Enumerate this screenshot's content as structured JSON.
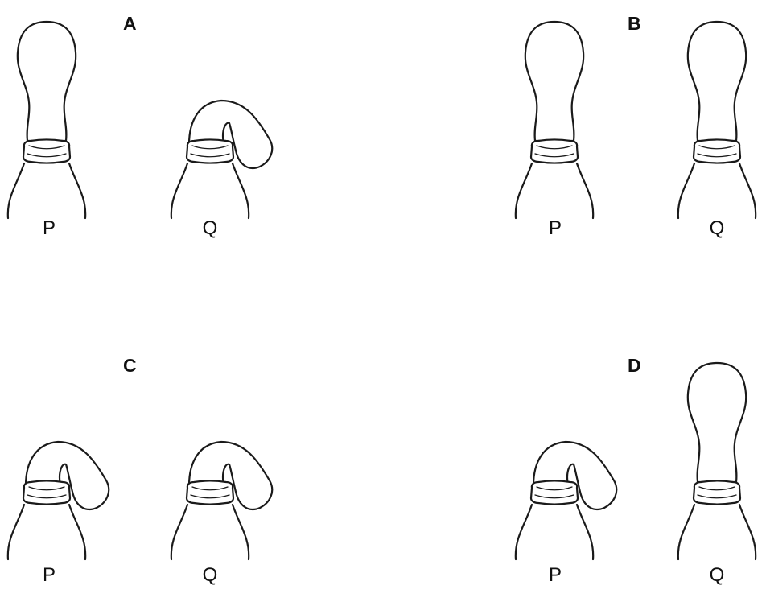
{
  "panels": [
    {
      "label": "A",
      "bottles": [
        {
          "label": "P",
          "balloon": "inflated"
        },
        {
          "label": "Q",
          "balloon": "deflated"
        }
      ]
    },
    {
      "label": "B",
      "bottles": [
        {
          "label": "P",
          "balloon": "inflated"
        },
        {
          "label": "Q",
          "balloon": "inflated"
        }
      ]
    },
    {
      "label": "C",
      "bottles": [
        {
          "label": "P",
          "balloon": "deflated"
        },
        {
          "label": "Q",
          "balloon": "deflated"
        }
      ]
    },
    {
      "label": "D",
      "bottles": [
        {
          "label": "P",
          "balloon": "deflated"
        },
        {
          "label": "Q",
          "balloon": "inflated"
        }
      ]
    }
  ]
}
